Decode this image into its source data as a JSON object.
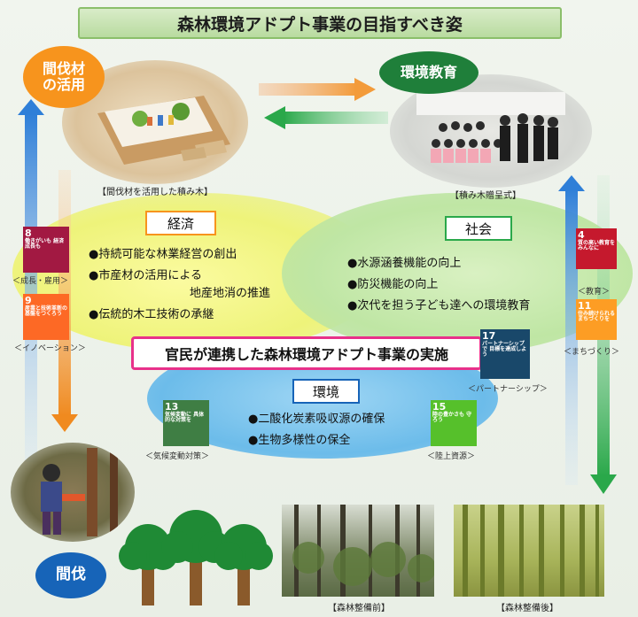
{
  "title": "森林環境アドプト事業の目指すべき姿",
  "nodes": {
    "timber_use": {
      "line1": "間伐材",
      "line2": "の活用"
    },
    "env_education": "環境教育",
    "thinning": "間伐"
  },
  "captions": {
    "toy_blocks": "【間伐材を活用した積み木】",
    "presentation": "【積み木贈呈式】",
    "before": "【森林整備前】",
    "after": "【森林整備後】"
  },
  "categories": {
    "economy": {
      "label": "経済",
      "items": [
        "●持続可能な林業経営の創出",
        "●市産材の活用による",
        "地産地消の推進",
        "●伝統的木工技術の承継"
      ]
    },
    "society": {
      "label": "社会",
      "items": [
        "●水源涵養機能の向上",
        "●防災機能の向上",
        "●次代を担う子ども達への環境教育"
      ]
    },
    "environment": {
      "label": "環境",
      "items": [
        "●二酸化炭素吸収源の確保",
        "●生物多様性の保全"
      ]
    }
  },
  "center_banner": "官民が連携した森林環境アドプト事業の実施",
  "sdgs": [
    {
      "num": "8",
      "text": "働きがいも 経済成長も",
      "label": "＜成長・雇用＞",
      "color": "#a21942"
    },
    {
      "num": "9",
      "text": "産業と技術革新の基盤をつくろう",
      "label": "＜イノベーション＞",
      "color": "#fd6925"
    },
    {
      "num": "4",
      "text": "質の高い教育を みんなに",
      "label": "＜教育＞",
      "color": "#c5192d"
    },
    {
      "num": "11",
      "text": "住み続けられる まちづくりを",
      "label": "＜まちづくり＞",
      "color": "#fd9d24"
    },
    {
      "num": "17",
      "text": "パートナーシップで 目標を達成しよう",
      "label": "＜パートナーシップ＞",
      "color": "#19486a"
    },
    {
      "num": "13",
      "text": "気候変動に 具体的な対策を",
      "label": "＜気候変動対策＞",
      "color": "#3f7e44"
    },
    {
      "num": "15",
      "text": "陸の豊かさも 守ろう",
      "label": "＜陸上資源＞",
      "color": "#56c02b"
    }
  ],
  "colors": {
    "orange": "#f7941d",
    "green_dark": "#1f7f3a",
    "blue_dark": "#1764b8",
    "arrow_blue": "#2f7fd8",
    "arrow_green": "#2aa84a",
    "arrow_orange": "#f39b3a",
    "banner_border": "#e8318a"
  }
}
